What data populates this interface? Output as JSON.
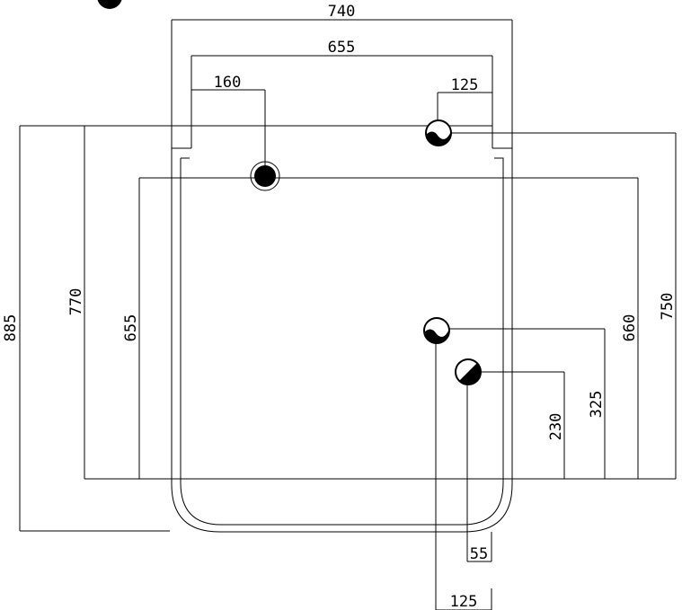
{
  "dimensions": {
    "overall_width": "740",
    "inner_width": "655",
    "left_offset": "160",
    "right_offset_top": "125",
    "overall_height": "885",
    "height_770": "770",
    "height_655": "655",
    "height_750": "750",
    "height_660": "660",
    "height_325": "325",
    "height_230": "230",
    "bottom_offset_55": "55",
    "bottom_offset_125": "125"
  },
  "colors": {
    "line": "#000000",
    "fill": "#000000",
    "background": "#ffffff"
  }
}
